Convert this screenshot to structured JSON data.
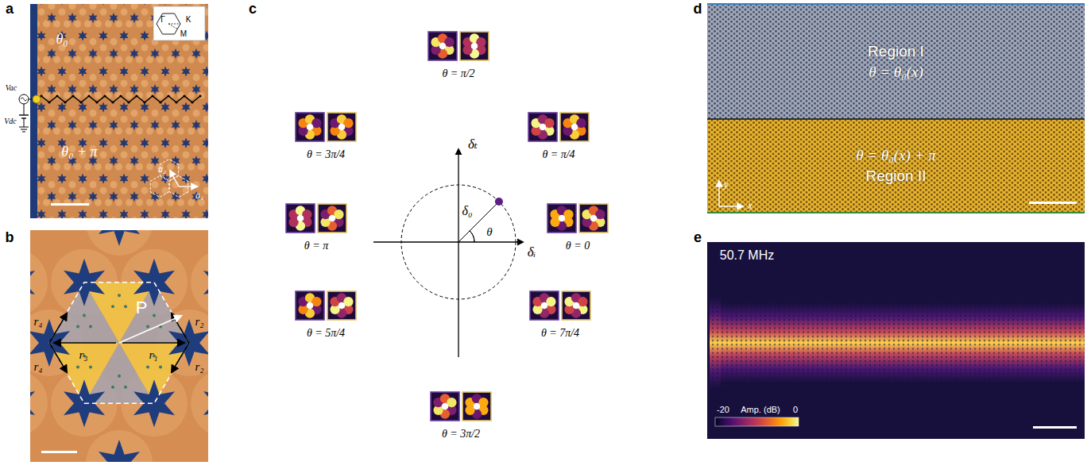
{
  "diagram": {
    "nodes": [
      {
        "text": [
          "Region I",
          "θ = θ₀(x)"
        ]
      },
      {
        "text": [
          "θ = θ₀(x) + π",
          "Region II"
        ]
      }
    ],
    "labels": [
      "a",
      "b",
      "c",
      "d",
      "e",
      "θ₀",
      "θ₀ + π",
      "Vac",
      "Vdc",
      "Γ",
      "K",
      "M",
      "a₂",
      "a₁",
      "P",
      "r₄",
      "r₄",
      "r₃",
      "r₁",
      "r₂",
      "r₂",
      "θ = π/2",
      "θ = π/4",
      "θ = 3π/4",
      "θ = π",
      "θ = 0",
      "θ = 5π/4",
      "θ = 7π/4",
      "θ = 3π/2",
      "δₜ",
      "δ₀",
      "θ",
      "δᵢ",
      "y",
      "x",
      "50.7 MHz",
      "-20",
      "Amp. (dB)",
      "0"
    ]
  }
}
